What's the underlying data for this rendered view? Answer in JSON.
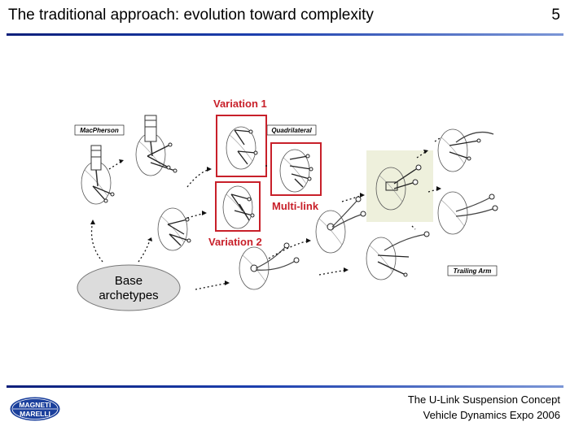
{
  "header": {
    "title": "The traditional approach: evolution toward complexity",
    "slide_number": "5"
  },
  "diagram": {
    "labels": {
      "macpherson": "MacPherson",
      "quadrilateral": "Quadrilateral",
      "trailing_arm": "Trailing Arm",
      "variation1": "Variation 1",
      "variation2": "Variation 2",
      "multilink": "Multi-link",
      "base_line1": "Base",
      "base_line2": "archetypes"
    },
    "colors": {
      "highlight": "#c8202a",
      "selected_bg": "#eef0dc"
    }
  },
  "footer": {
    "line1": "The U-Link Suspension Concept",
    "line2": "Vehicle Dynamics Expo 2006",
    "logo_text_top": "MAGNETI",
    "logo_text_bottom": "MARELLI"
  }
}
